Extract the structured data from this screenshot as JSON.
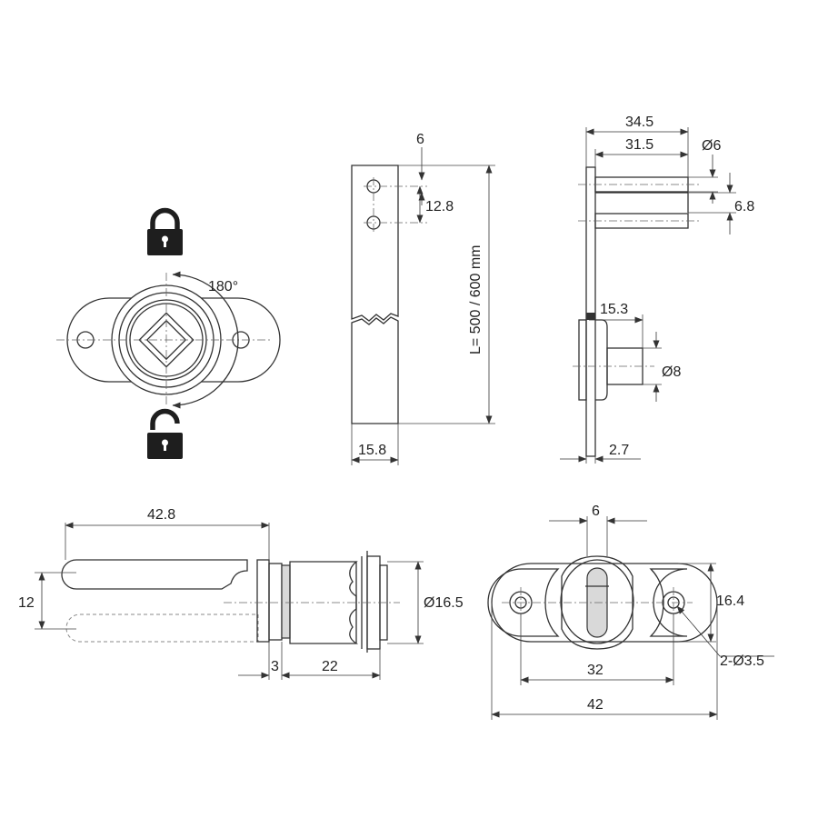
{
  "lock_view": {
    "rotation": "180°"
  },
  "strip_view": {
    "hole_dia_top": "6",
    "hole_pitch": "12.8",
    "length": "L= 500 / 600 mm",
    "width": "15.8"
  },
  "side_view": {
    "overall": "34.5",
    "inner": "31.5",
    "pin_dia": "Ø6",
    "pin_pitch": "6.8",
    "offset": "15.3",
    "boss_dia": "Ø8",
    "thickness": "2.7"
  },
  "cam_view": {
    "cam_length": "42.8",
    "cam_height": "12",
    "body_dia": "Ø16.5",
    "flange": "3",
    "body_length": "22"
  },
  "plate_view": {
    "slot": "6",
    "height": "16.4",
    "hole_spec": "2-Ø3.5",
    "hole_spacing": "32",
    "width": "42"
  }
}
